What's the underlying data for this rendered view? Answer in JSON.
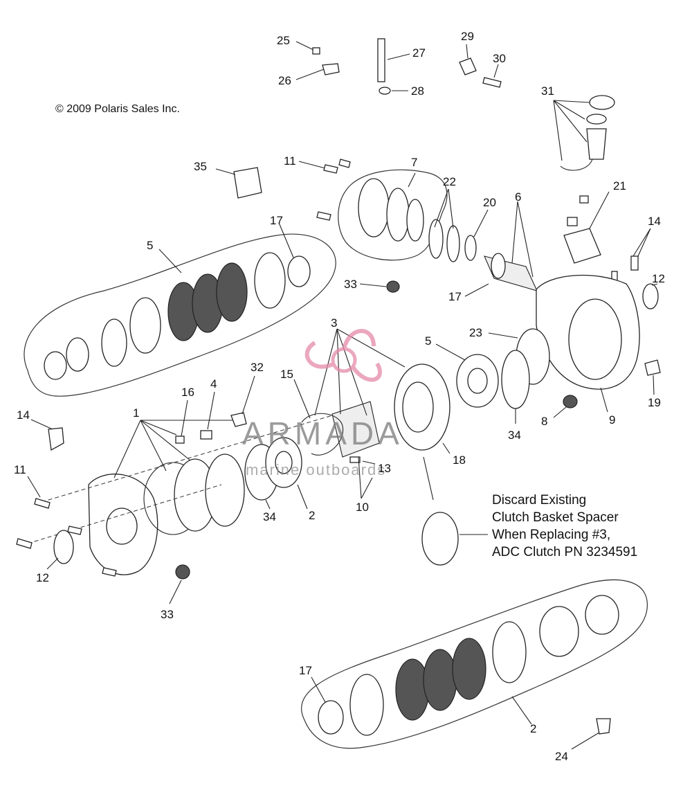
{
  "copyright": "© 2009 Polaris Sales Inc.",
  "note": {
    "line1": "Discard Existing",
    "line2": "Clutch Basket Spacer",
    "line3": "When Replacing #3,",
    "line4": "ADC Clutch PN 3234591"
  },
  "watermark": {
    "brand": "ARMADA",
    "tagline": "marine outboards"
  },
  "callouts": {
    "c25": "25",
    "c26": "26",
    "c27": "27",
    "c28": "28",
    "c29": "29",
    "c30": "30",
    "c31": "31",
    "c35": "35",
    "c11a": "11",
    "c7": "7",
    "c22": "22",
    "c20": "20",
    "c6": "6",
    "c21": "21",
    "c14a": "14",
    "c12a": "12",
    "c17a": "17",
    "c5a": "5",
    "c33a": "33",
    "c17b": "17",
    "c3": "3",
    "c23": "23",
    "c5b": "5",
    "c19": "19",
    "c9": "9",
    "c8": "8",
    "c34a": "34",
    "c18": "18",
    "c15": "15",
    "c32": "32",
    "c16": "16",
    "c4": "4",
    "c1": "1",
    "c14b": "14",
    "c11b": "11",
    "c13": "13",
    "c10": "10",
    "c2a": "2",
    "c34b": "34",
    "c12b": "12",
    "c33b": "33",
    "c17c": "17",
    "c2b": "2",
    "c24": "24"
  },
  "colors": {
    "line": "#222222",
    "watermark_pink": "#e58aa8",
    "watermark_text": "#7a7a7a"
  }
}
